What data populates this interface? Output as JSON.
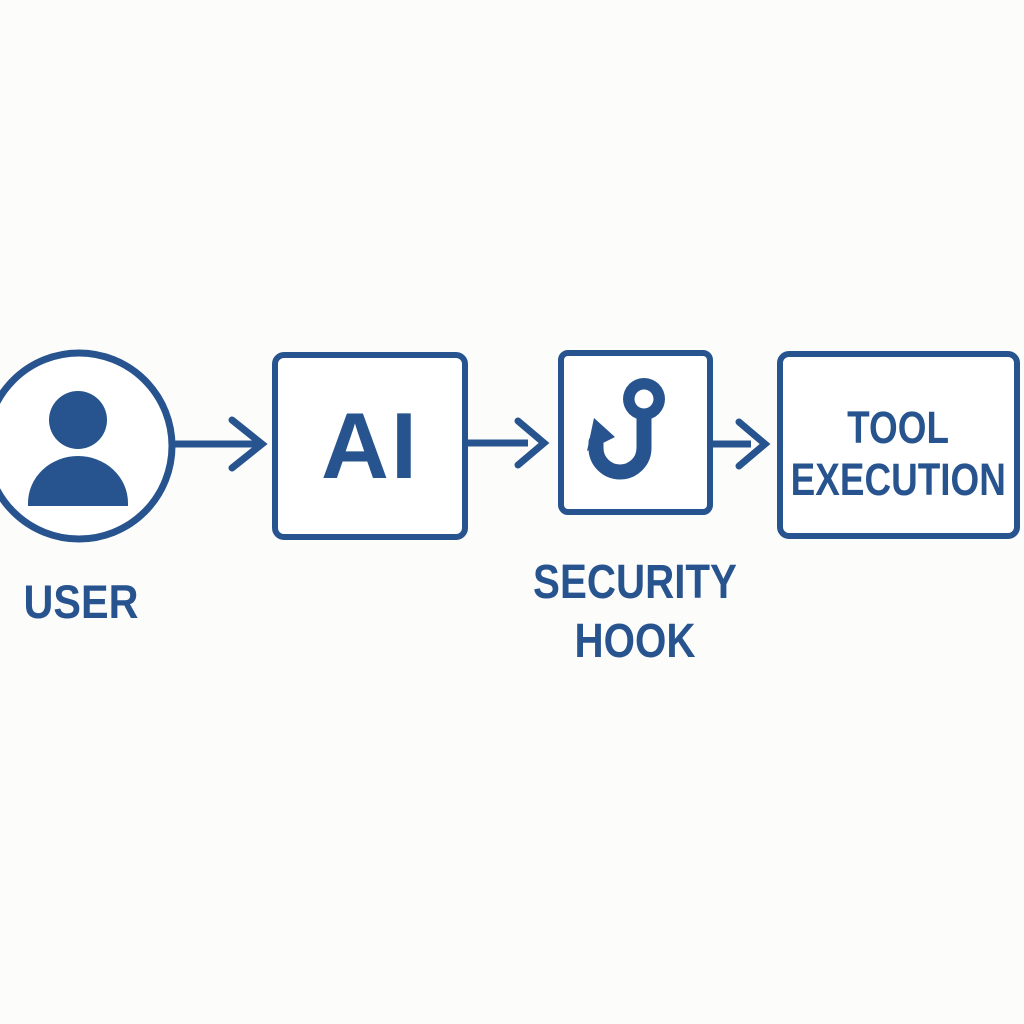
{
  "colors": {
    "primary": "#27548E",
    "background": "#FCFCFB",
    "box_fill": "#FFFFFF"
  },
  "flow": {
    "user": {
      "label": "USER",
      "icon": "person-avatar-icon"
    },
    "ai": {
      "label": "AI"
    },
    "security_hook": {
      "label_line1": "SECURITY",
      "label_line2": "HOOK",
      "icon": "fish-hook-icon"
    },
    "tool_execution": {
      "label_line1": "TOOL",
      "label_line2": "EXECUTION"
    }
  },
  "arrows": [
    {
      "from": "user",
      "to": "ai"
    },
    {
      "from": "ai",
      "to": "security_hook"
    },
    {
      "from": "security_hook",
      "to": "tool_execution"
    }
  ]
}
